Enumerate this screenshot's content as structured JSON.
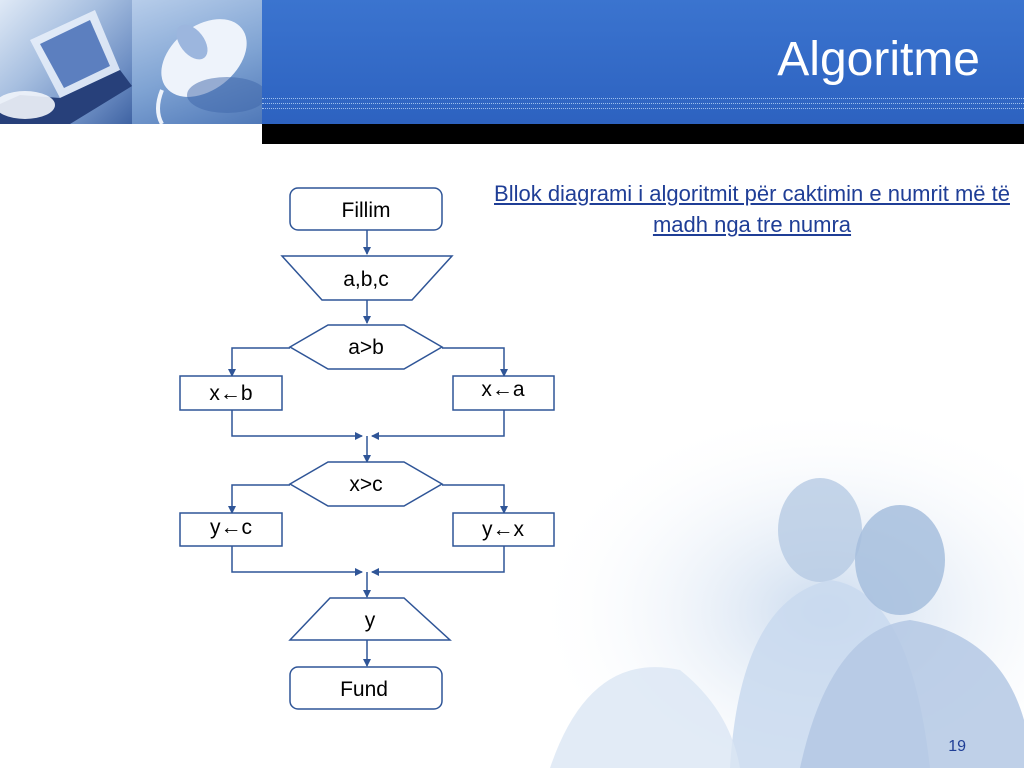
{
  "slide": {
    "title": "Algoritme",
    "caption": "Bllok diagrami i algoritmit për caktimin e numrit më të madh nga tre numra",
    "page_number": "19"
  },
  "colors": {
    "header_blue": "#2d62c0",
    "line_blue": "#2f5597",
    "caption_blue": "#1f3e96"
  },
  "flowchart": {
    "start": "Fillim",
    "input": "a,b,c",
    "decision1": "a>b",
    "d1_left": "x←b",
    "d1_right": "x←a",
    "decision2": "x>c",
    "d2_left": "y←c",
    "d2_right": "y←x",
    "output": "y",
    "end": "Fund"
  }
}
